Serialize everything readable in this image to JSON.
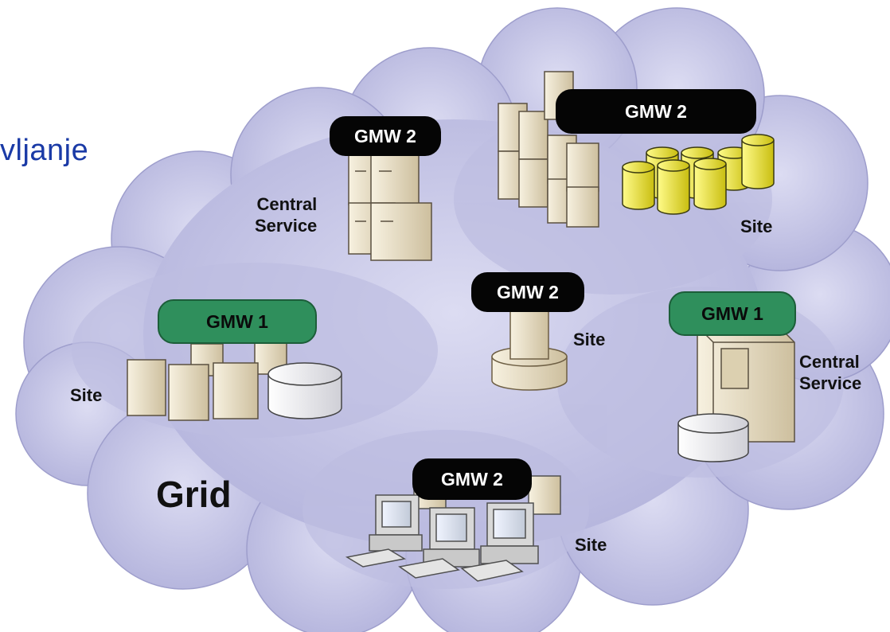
{
  "title_fragment": "vljanje",
  "grid_label": "Grid",
  "colors": {
    "cloud": "#c9c9e8",
    "cloud_dark": "#a6a6d2",
    "gmw2_badge": "#050505",
    "gmw1_badge": "#2f8f5c",
    "server_beige": "#e8dcc0",
    "disk_yellow": "#f2ea2a",
    "title_blue": "#1a3aa6"
  },
  "nodes": {
    "central_service_top": {
      "badge": "GMW 2",
      "label": "Central Service",
      "icon": "server-rack-icon"
    },
    "site_top_right": {
      "badge": "GMW 2",
      "label": "Site",
      "icon": "storage-cluster-icon"
    },
    "site_left": {
      "badge": "GMW 1",
      "label": "Site",
      "icon": "server-cluster-icon"
    },
    "site_center": {
      "badge": "GMW 2",
      "label": "Site",
      "icon": "column-icon"
    },
    "central_service_right": {
      "badge": "GMW 1",
      "label": "Central Service",
      "icon": "mainframe-icon"
    },
    "site_bottom": {
      "badge": "GMW 2",
      "label": "Site",
      "icon": "workstations-icon"
    }
  },
  "label_lines": {
    "central_service_top": [
      "Central",
      "Service"
    ],
    "central_service_right": [
      "Central",
      "Service"
    ]
  }
}
